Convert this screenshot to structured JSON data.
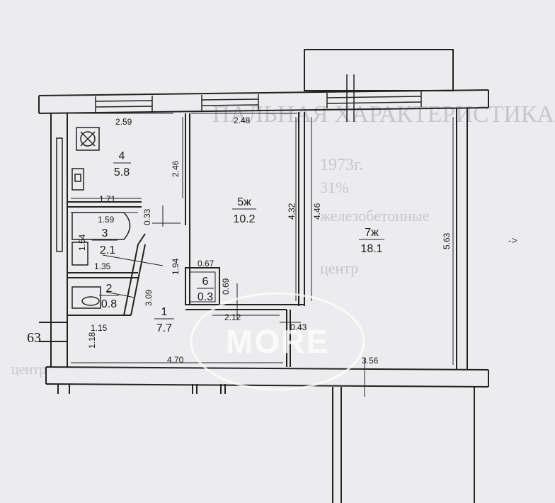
{
  "background_text": {
    "header": "ПАЛЬНАЯ ХАРАКТЕРИСТИКА ЗДАНИЯ",
    "year": "1973г.",
    "percent": "31%",
    "line1": "железобетонные",
    "line2": "центр",
    "line3": "центр"
  },
  "watermark": "MORE",
  "side_label": "63",
  "rooms": [
    {
      "id": "1",
      "number": "1",
      "area": "7.7"
    },
    {
      "id": "2",
      "number": "2",
      "area": "0.8"
    },
    {
      "id": "3",
      "number": "3",
      "area": "2.1"
    },
    {
      "id": "4",
      "number": "4",
      "area": "5.8"
    },
    {
      "id": "5",
      "number": "5ж",
      "area": "10.2"
    },
    {
      "id": "6",
      "number": "6",
      "area": "0.3"
    },
    {
      "id": "7",
      "number": "7ж",
      "area": "18.1"
    }
  ],
  "dimensions": {
    "d_2_59": "2.59",
    "d_2_48": "2.48",
    "d_2_46": "2.46",
    "d_1_71": "1.71",
    "d_1_59": "1.59",
    "d_0_33": "0.33",
    "d_1_54": "1.54",
    "d_1_35": "1.35",
    "d_4_32": "4.32",
    "d_4_46": "4.46",
    "d_5_63": "5.63",
    "d_1_94": "1.94",
    "d_0_67": "0.67",
    "d_0_69": "0.69",
    "d_3_09": "3.09",
    "d_2_12": "2.12",
    "d_0_43": "0.43",
    "d_1_15": "1.15",
    "d_1_18": "1.18",
    "d_4_70": "4.70",
    "d_3_56": "3.56"
  }
}
